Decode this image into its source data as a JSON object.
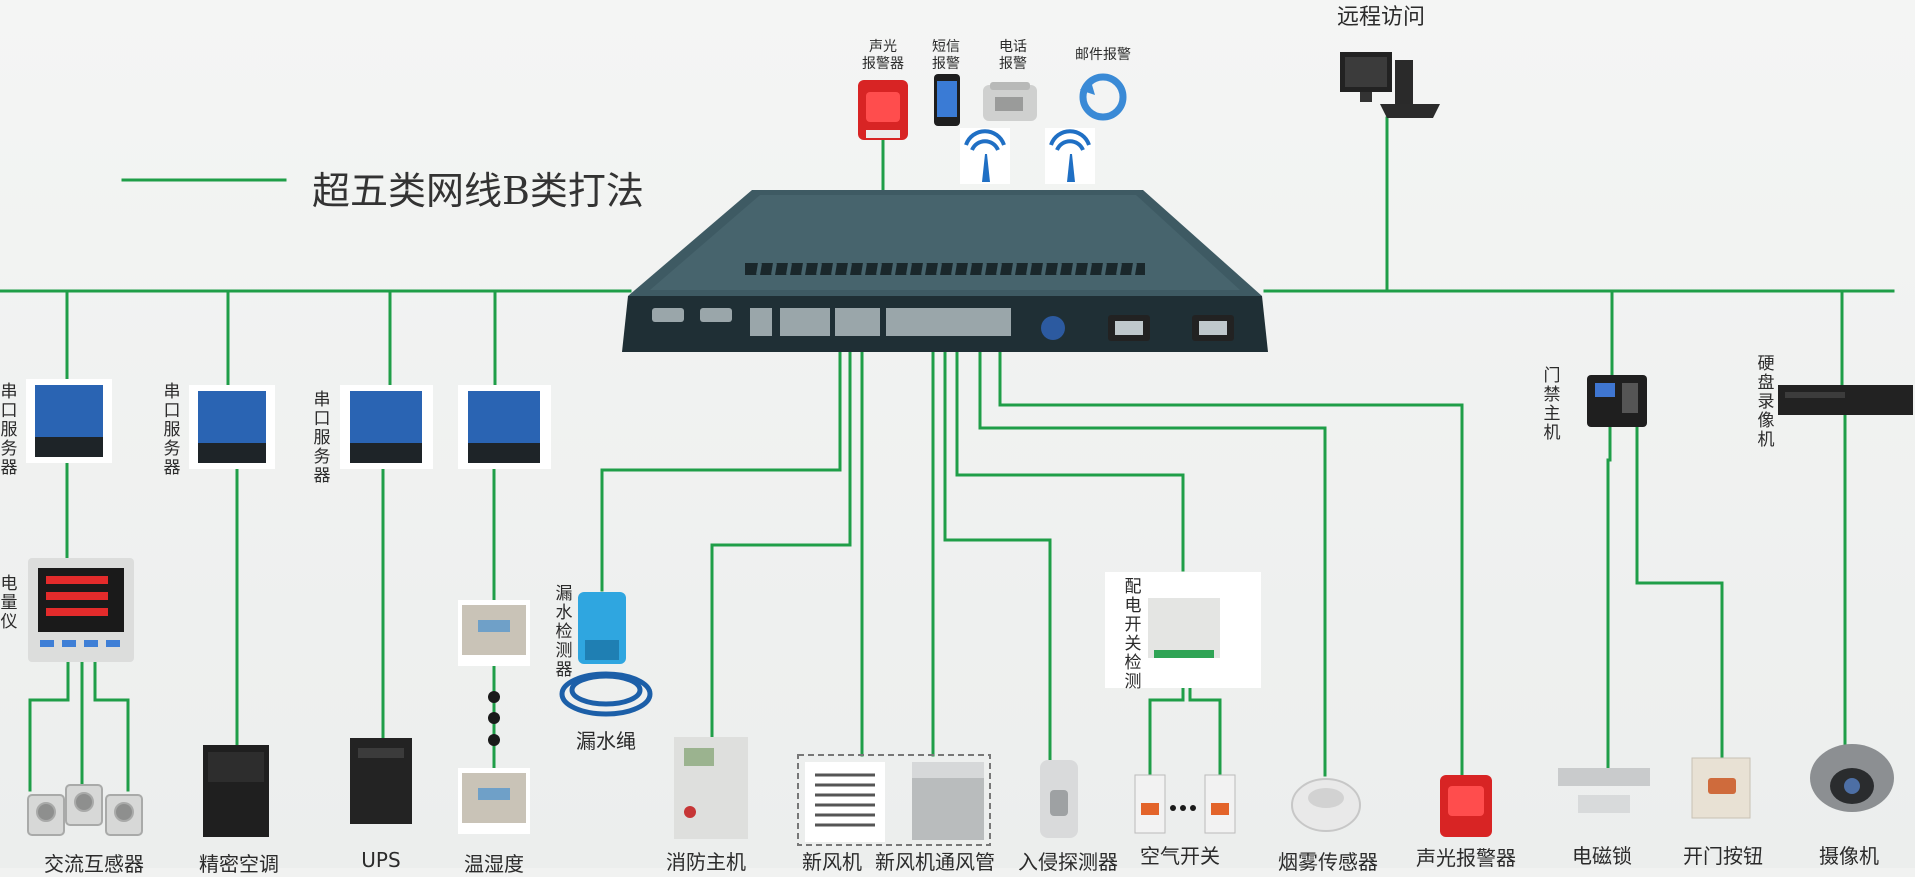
{
  "legend": {
    "text": "超五类网线B类打法",
    "line_color": "#1f9e48"
  },
  "colors": {
    "wire": "#1f9e48",
    "rack": "#2f4c55",
    "server_blue": "#1f5fa8"
  },
  "top_alarms": [
    {
      "id": "sound_light",
      "label": "声光\n报警器",
      "icon": "red-alarm-icon"
    },
    {
      "id": "sms",
      "label": "短信\n报警",
      "icon": "cellphone-icon"
    },
    {
      "id": "phone",
      "label": "电话\n报警",
      "icon": "telephone-icon"
    },
    {
      "id": "email",
      "label": "邮件报警",
      "icon": "email-sync-icon"
    }
  ],
  "remote": {
    "label": "远程访问",
    "icon": "desktop-computer-icon"
  },
  "left_devices": {
    "serial_servers": [
      "串口服务器",
      "串口服务器",
      "串口服务器"
    ],
    "meter": "电量仪"
  },
  "bottom_labels": {
    "ct": "交流互感器",
    "ac": "精密空调",
    "ups": "UPS",
    "th": "温湿度",
    "leak_rope": "漏水绳",
    "leak_detector": "漏水检测器",
    "fire_host": "消防主机",
    "fan": "新风机",
    "fan_duct": "新风机通风管",
    "intrusion": "入侵探测器",
    "breaker": "空气开关",
    "power_switch": "配电开关检测",
    "smoke": "烟雾传感器",
    "alarm2": "声光报警器",
    "maglock": "电磁锁",
    "door_button": "开门按钮",
    "camera": "摄像机"
  },
  "right_devices": {
    "access": "门禁主机",
    "nvr": "硬盘录像机"
  }
}
